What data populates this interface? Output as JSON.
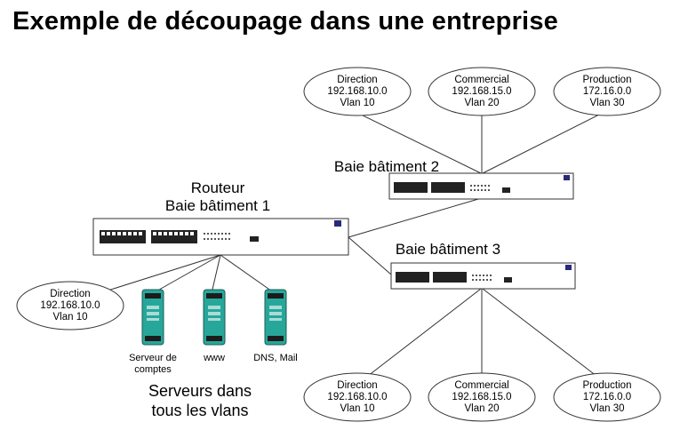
{
  "title": "Exemple de découpage dans une entreprise",
  "router_label": [
    "Routeur",
    "Baie bâtiment 1"
  ],
  "baie2_label": "Baie bâtiment 2",
  "baie3_label": "Baie bâtiment 3",
  "vlans_top": [
    {
      "name": "Direction",
      "net": "192.168.10.0",
      "vlan": "Vlan 10"
    },
    {
      "name": "Commercial",
      "net": "192.168.15.0",
      "vlan": "Vlan 20"
    },
    {
      "name": "Production",
      "net": "172.16.0.0",
      "vlan": "Vlan 30"
    }
  ],
  "vlans_bottom": [
    {
      "name": "Direction",
      "net": "192.168.10.0",
      "vlan": "Vlan 10"
    },
    {
      "name": "Commercial",
      "net": "192.168.15.0",
      "vlan": "Vlan 20"
    },
    {
      "name": "Production",
      "net": "172.16.0.0",
      "vlan": "Vlan 30"
    }
  ],
  "vlan_left": {
    "name": "Direction",
    "net": "192.168.10.0",
    "vlan": "Vlan 10"
  },
  "servers": [
    {
      "label": "Serveur de comptes"
    },
    {
      "label": "www"
    },
    {
      "label": "DNS, Mail"
    }
  ],
  "servers_caption": [
    "Serveurs dans",
    "tous les vlans"
  ],
  "colors": {
    "server": "#27a79a",
    "switch_port": "#222222",
    "logo": "#2a2a7a"
  }
}
